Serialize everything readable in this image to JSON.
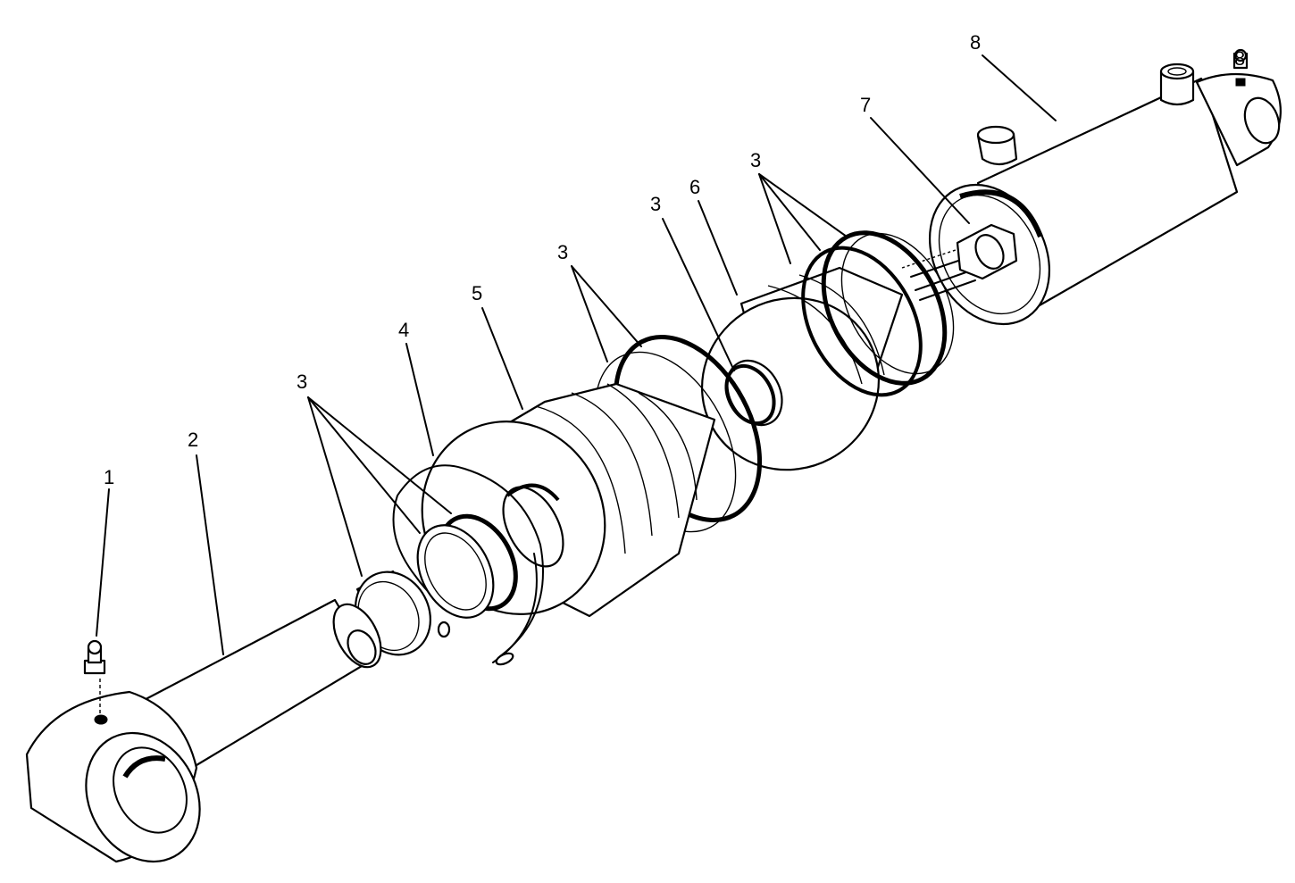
{
  "callouts": {
    "c1": "1",
    "c2": "2",
    "c3a": "3",
    "c4": "4",
    "c5": "5",
    "c3b": "3",
    "c3c": "3",
    "c6": "6",
    "c3d": "3",
    "c7": "7",
    "c8a": "8",
    "c8b": "8"
  }
}
